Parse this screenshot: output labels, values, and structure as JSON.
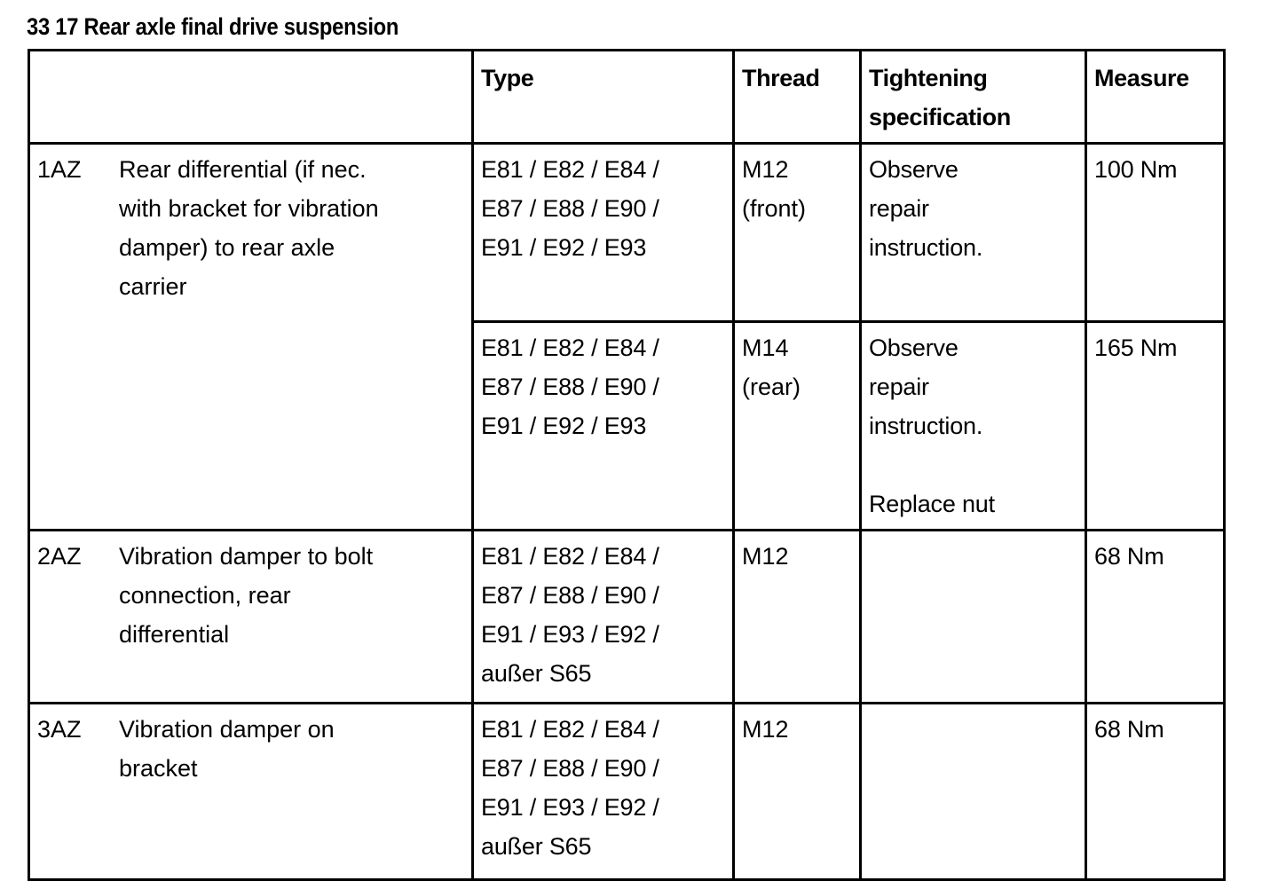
{
  "document": {
    "title": "33 17 Rear axle final drive suspension",
    "section_number": "33 17",
    "section_name": "Rear axle final drive suspension"
  },
  "table": {
    "headers": {
      "description": "",
      "type": "Type",
      "thread": "Thread",
      "tightening_specification_line1": "Tightening",
      "tightening_specification_line2": "specification",
      "measure": "Measure"
    },
    "rows": [
      {
        "id": "1AZ",
        "description_lines": [
          "Rear differential (if nec.",
          "with bracket for vibration",
          "damper) to rear axle",
          "carrier"
        ],
        "subrows": [
          {
            "type_lines": [
              "E81 / E82 / E84 /",
              "E87 / E88 / E90 /",
              "E91 / E92 / E93"
            ],
            "thread_lines": [
              "M12",
              "(front)"
            ],
            "tightening_lines": [
              "Observe",
              "repair",
              "instruction."
            ],
            "measure": "100 Nm"
          },
          {
            "type_lines": [
              "E81 / E82 / E84 /",
              "E87 / E88 / E90 /",
              "E91 / E92 / E93"
            ],
            "thread_lines": [
              "M14",
              "(rear)"
            ],
            "tightening_lines": [
              "Observe",
              "repair",
              "instruction.",
              "",
              "Replace nut"
            ],
            "measure": "165 Nm"
          }
        ]
      },
      {
        "id": "2AZ",
        "description_lines": [
          "Vibration damper to bolt",
          "connection, rear",
          "differential"
        ],
        "subrows": [
          {
            "type_lines": [
              "E81 / E82 / E84 /",
              "E87 / E88 / E90 /",
              "E91 / E93 / E92 /",
              "außer S65"
            ],
            "thread_lines": [
              "M12"
            ],
            "tightening_lines": [],
            "measure": "68 Nm"
          }
        ]
      },
      {
        "id": "3AZ",
        "description_lines": [
          "Vibration damper on",
          "bracket"
        ],
        "subrows": [
          {
            "type_lines": [
              "E81 / E82 / E84 /",
              "E87 / E88 / E90 /",
              "E91 / E93 / E92 /",
              "außer S65"
            ],
            "thread_lines": [
              "M12"
            ],
            "tightening_lines": [],
            "measure": "68 Nm"
          }
        ]
      }
    ]
  },
  "colors": {
    "background": "#ffffff",
    "text": "#000000",
    "border": "#000000"
  }
}
